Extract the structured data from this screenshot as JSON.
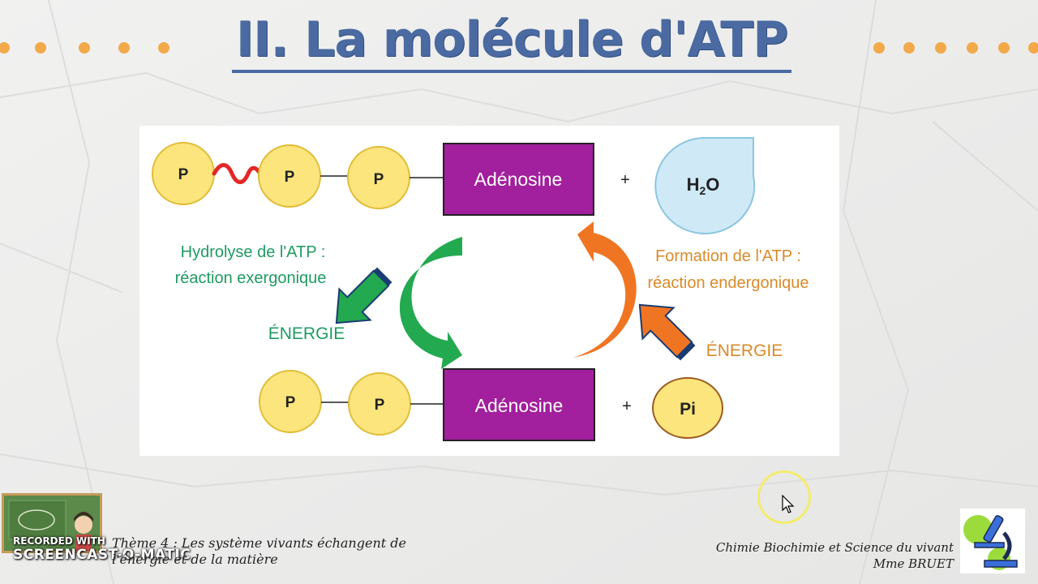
{
  "slide": {
    "title": "II. La molécule d'ATP"
  },
  "diagram": {
    "top_row": {
      "phosphates": [
        "P",
        "P",
        "P"
      ],
      "adenosine": "Adénosine",
      "plus": "+",
      "water": "H",
      "water_sub": "2",
      "water_end": "O"
    },
    "bottom_row": {
      "phosphates": [
        "P",
        "P"
      ],
      "adenosine": "Adénosine",
      "plus": "+",
      "phosphate_inorganic": "Pi"
    },
    "hydrolysis": {
      "line1": "Hydrolyse de l'ATP :",
      "line2": "réaction exergonique",
      "energy": "ÉNERGIE"
    },
    "formation": {
      "line1": "Formation de l'ATP :",
      "line2": "réaction endergonique",
      "energy": "ÉNERGIE"
    },
    "colors": {
      "phosphate_fill": "#fce57d",
      "phosphate_stroke": "#e0bd37",
      "adenosine_fill": "#a21f9d",
      "water_fill": "#cfe9f7",
      "green": "#23a94f",
      "green_text": "#1f9b62",
      "orange": "#f07522",
      "orange_text": "#d98a2a",
      "high_energy_bond": "#e52626"
    }
  },
  "footer": {
    "theme_line1": "Thème 4 : Les système vivants échangent de",
    "theme_line2": "l'énergie et de la matière",
    "course": "Chimie Biochimie et Science du vivant",
    "teacher": "Mme BRUET"
  },
  "watermark": {
    "line1": "RECORDED WITH",
    "line2": "SCREENCAST-O-MATIC"
  },
  "icons": {
    "logo": "microscope-icon",
    "cursor": "mouse-cursor-icon"
  }
}
